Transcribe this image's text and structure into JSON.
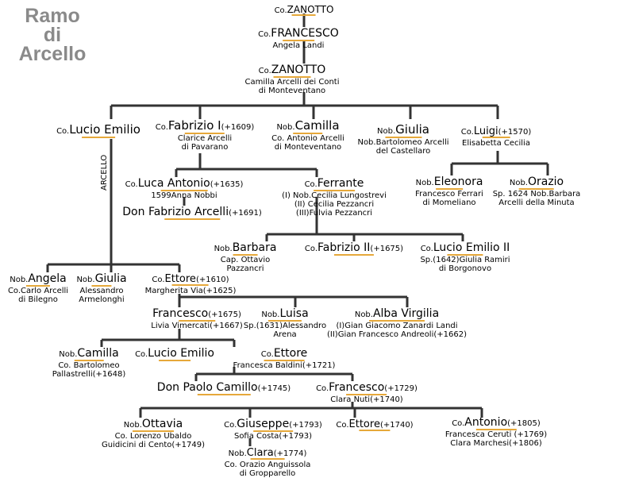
{
  "title": [
    "Ramo",
    "di",
    "Arcello"
  ],
  "branch_label": "ARCELLO",
  "nodes": {
    "zanotto1": {
      "title": "Co.",
      "name": "ZANOTTO",
      "dates": "",
      "spouse": []
    },
    "francesco1": {
      "title": "Co.",
      "name": "FRANCESCO",
      "dates": "",
      "spouse": [
        "Angela Landi"
      ]
    },
    "zanotto2": {
      "title": "Co.",
      "name": "ZANOTTO",
      "dates": "",
      "spouse": [
        "Camilla Arcelli dei Conti",
        "di Monteventano"
      ]
    },
    "lucio_emilio": {
      "title": "Co.",
      "name": "Lucio Emilio",
      "dates": "",
      "spouse": []
    },
    "fabrizio1": {
      "title": "Co.",
      "name": "Fabrizio I",
      "dates": "(+1609)",
      "spouse": [
        "Clarice Arcelli",
        "di Pavarano"
      ]
    },
    "camilla1": {
      "title": "Nob.",
      "name": "Camilla",
      "dates": "",
      "spouse": [
        "Co. Antonio Arcelli",
        "di Monteventano"
      ]
    },
    "giulia1": {
      "title": "Nob.",
      "name": "Giulia",
      "dates": "",
      "spouse": [
        "Nob.Bartolomeo Arcelli",
        "del Castellaro"
      ]
    },
    "luigi": {
      "title": "Co.",
      "name": "Luigi",
      "dates": "(+1570)",
      "spouse": [
        "Elisabetta Cecilia"
      ]
    },
    "luca_antonio": {
      "title": "Co.",
      "name": "Luca Antonio",
      "dates": "(+1635)",
      "spouse": [
        "1599Anna Nobbi"
      ]
    },
    "ferrante": {
      "title": "Co.",
      "name": "Ferrante",
      "dates": "",
      "spouse": [
        "(I) Nob.Cecilia Lungostrevi",
        "(II) Cecilia Pezzancri",
        "(III)Fulvia Pezzancri"
      ]
    },
    "eleonora": {
      "title": "Nob.",
      "name": "Eleonora",
      "dates": "",
      "spouse": [
        "Francesco Ferrari",
        "di Momeliano"
      ]
    },
    "orazio": {
      "title": "Nob.",
      "name": "Orazio",
      "dates": "",
      "spouse": [
        "Sp. 1624 Nob.Barbara",
        "Arcelli della Minuta"
      ]
    },
    "don_fabrizio": {
      "title": "",
      "name": "Don Fabrizio Arcelli",
      "dates": "(+1691)",
      "spouse": []
    },
    "barbara": {
      "title": "Nob.",
      "name": "Barbara",
      "dates": "",
      "spouse": [
        "Cap. Ottavio",
        "Pazzancri"
      ]
    },
    "fabrizio2": {
      "title": "Co.",
      "name": "Fabrizio II",
      "dates": "(+1675)",
      "spouse": []
    },
    "lucio_emilio2": {
      "title": "Co.",
      "name": "Lucio Emilio II",
      "dates": "",
      "spouse": [
        "Sp.(1642)Giulia Ramiri",
        "di Borgonovo"
      ]
    },
    "angela": {
      "title": "Nob.",
      "name": "Angela",
      "dates": "",
      "spouse": [
        "Co.Carlo Arcelli",
        "di Bilegno"
      ]
    },
    "giulia2": {
      "title": "Nob.",
      "name": "Giulia",
      "dates": "",
      "spouse": [
        "Alessandro",
        "Armelonghi"
      ]
    },
    "ettore1": {
      "title": "Co.",
      "name": "Ettore",
      "dates": "(+1610)",
      "spouse": [
        "Margherita Via(+1625)"
      ]
    },
    "francesco2": {
      "title": "",
      "name": "Francesco",
      "dates": "(+1675)",
      "spouse": [
        "Livia Vimercati(+1667)"
      ]
    },
    "luisa": {
      "title": "Nob.",
      "name": "Luisa",
      "dates": "",
      "spouse": [
        "Sp.(1631)Alessandro",
        "Arena"
      ]
    },
    "alba": {
      "title": "Nob.",
      "name": "Alba Virgilia",
      "dates": "",
      "spouse": [
        "(I)Gian Giacomo Zanardi Landi",
        "(II)Gian Francesco Andreoli(+1662)"
      ]
    },
    "camilla2": {
      "title": "Nob.",
      "name": "Camilla",
      "dates": "",
      "spouse": [
        "Co. Bartolomeo",
        "Pallastrelli(+1648)"
      ]
    },
    "lucio_emilio3": {
      "title": "Co.",
      "name": "Lucio Emilio",
      "dates": "",
      "spouse": []
    },
    "ettore2": {
      "title": "Co.",
      "name": "Ettore",
      "dates": "",
      "spouse": [
        "Francesca Baldini(+1721)"
      ]
    },
    "don_paolo": {
      "title": "",
      "name": "Don Paolo Camillo",
      "dates": "(+1745)",
      "spouse": []
    },
    "francesco3": {
      "title": "Co.",
      "name": "Francesco",
      "dates": "(+1729)",
      "spouse": [
        "Clara Nuti(+1740)"
      ]
    },
    "ottavia": {
      "title": "Nob.",
      "name": "Ottavia",
      "dates": "",
      "spouse": [
        "Co. Lorenzo Ubaldo",
        "Guidicini di Cento(+1749)"
      ]
    },
    "giuseppe": {
      "title": "Co.",
      "name": "Giuseppe",
      "dates": "(+1793)",
      "spouse": [
        "Sofia Costa(+1793)"
      ]
    },
    "ettore3": {
      "title": "Co.",
      "name": "Ettore",
      "dates": "(+1740)",
      "spouse": []
    },
    "antonio": {
      "title": "Co.",
      "name": "Antonio",
      "dates": "(+1805)",
      "spouse": [
        "Francesca Ceruti (+1769)",
        "Clara Marchesi(+1806)"
      ]
    },
    "clara": {
      "title": "Nob.",
      "name": "Clara",
      "dates": "(+1774)",
      "spouse": [
        "Co. Orazio Anguissola",
        "di Gropparello"
      ]
    }
  },
  "colors": {
    "line": "#333333",
    "underline": "#e6a83a",
    "title": "#8a8a8a"
  }
}
